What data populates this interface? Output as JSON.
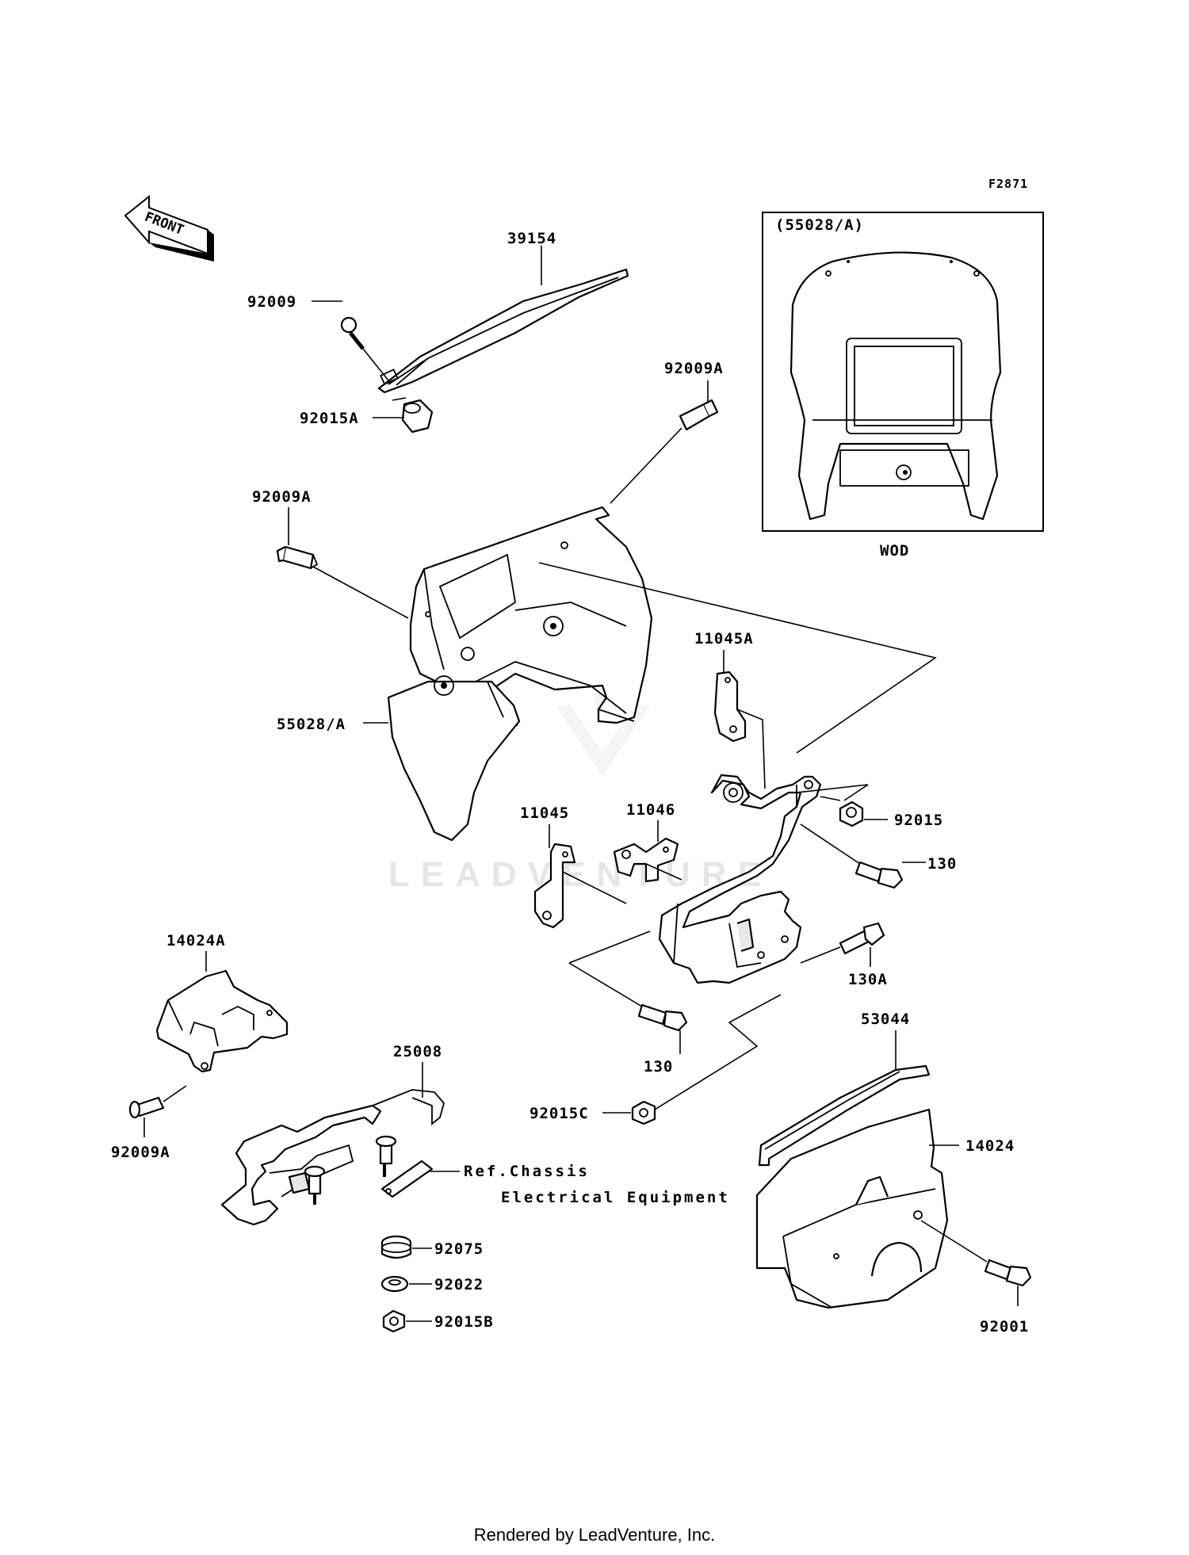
{
  "figure_id": "F2871",
  "front_label": "FRONT",
  "inset": {
    "title": "(55028/A)",
    "caption": "WOD"
  },
  "watermark": "LEADVENTURE",
  "parts": {
    "p39154": "39154",
    "p92009": "92009",
    "p92015A": "92015A",
    "p92009A_top": "92009A",
    "p92009A_left": "92009A",
    "p55028A": "55028/A",
    "p11045A": "11045A",
    "p11046": "11046",
    "p11045": "11045",
    "p92015": "92015",
    "p130_right": "130",
    "p130A": "130A",
    "p14024A": "14024A",
    "p92009A_low": "92009A",
    "p25008": "25008",
    "p130_low": "130",
    "p53044": "53044",
    "p92015C": "92015C",
    "p14024": "14024",
    "p92075": "92075",
    "p92022": "92022",
    "p92015B": "92015B",
    "p92001": "92001"
  },
  "reference": {
    "line1": "Ref.Chassis",
    "line2": "Electrical Equipment"
  },
  "footer": "Rendered by LeadVenture, Inc."
}
